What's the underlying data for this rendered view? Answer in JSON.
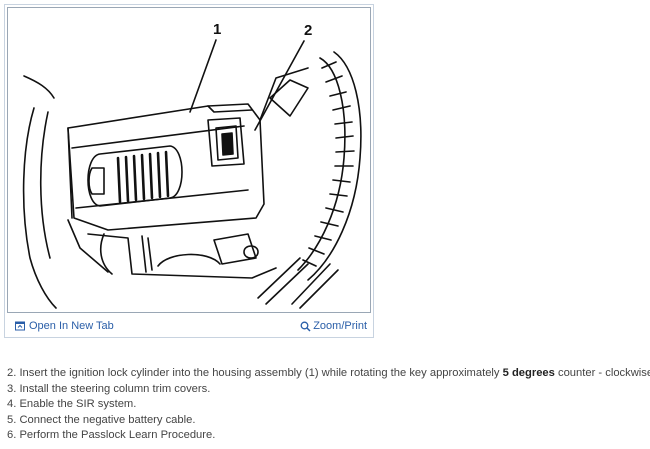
{
  "figure": {
    "callout_1": "1",
    "callout_2": "2",
    "open_tab_label": "Open In New Tab",
    "zoom_label": "Zoom/Print",
    "open_tab_icon": "open-in-new-tab-icon",
    "zoom_icon": "magnifier-icon"
  },
  "steps": [
    {
      "before": "2. Insert the ignition lock cylinder into the housing assembly (1) while rotating the key approximately ",
      "bold": "5 degrees",
      "after": " counter - clockwise."
    },
    {
      "text": "3. Install the steering column trim covers."
    },
    {
      "text": "4. Enable the SIR system."
    },
    {
      "text": "5. Connect the negative battery cable."
    },
    {
      "text": "6. Perform the Passlock Learn Procedure."
    }
  ],
  "colors": {
    "link": "#2a5ea8",
    "border": "#c8d3e0",
    "text": "#444444"
  }
}
